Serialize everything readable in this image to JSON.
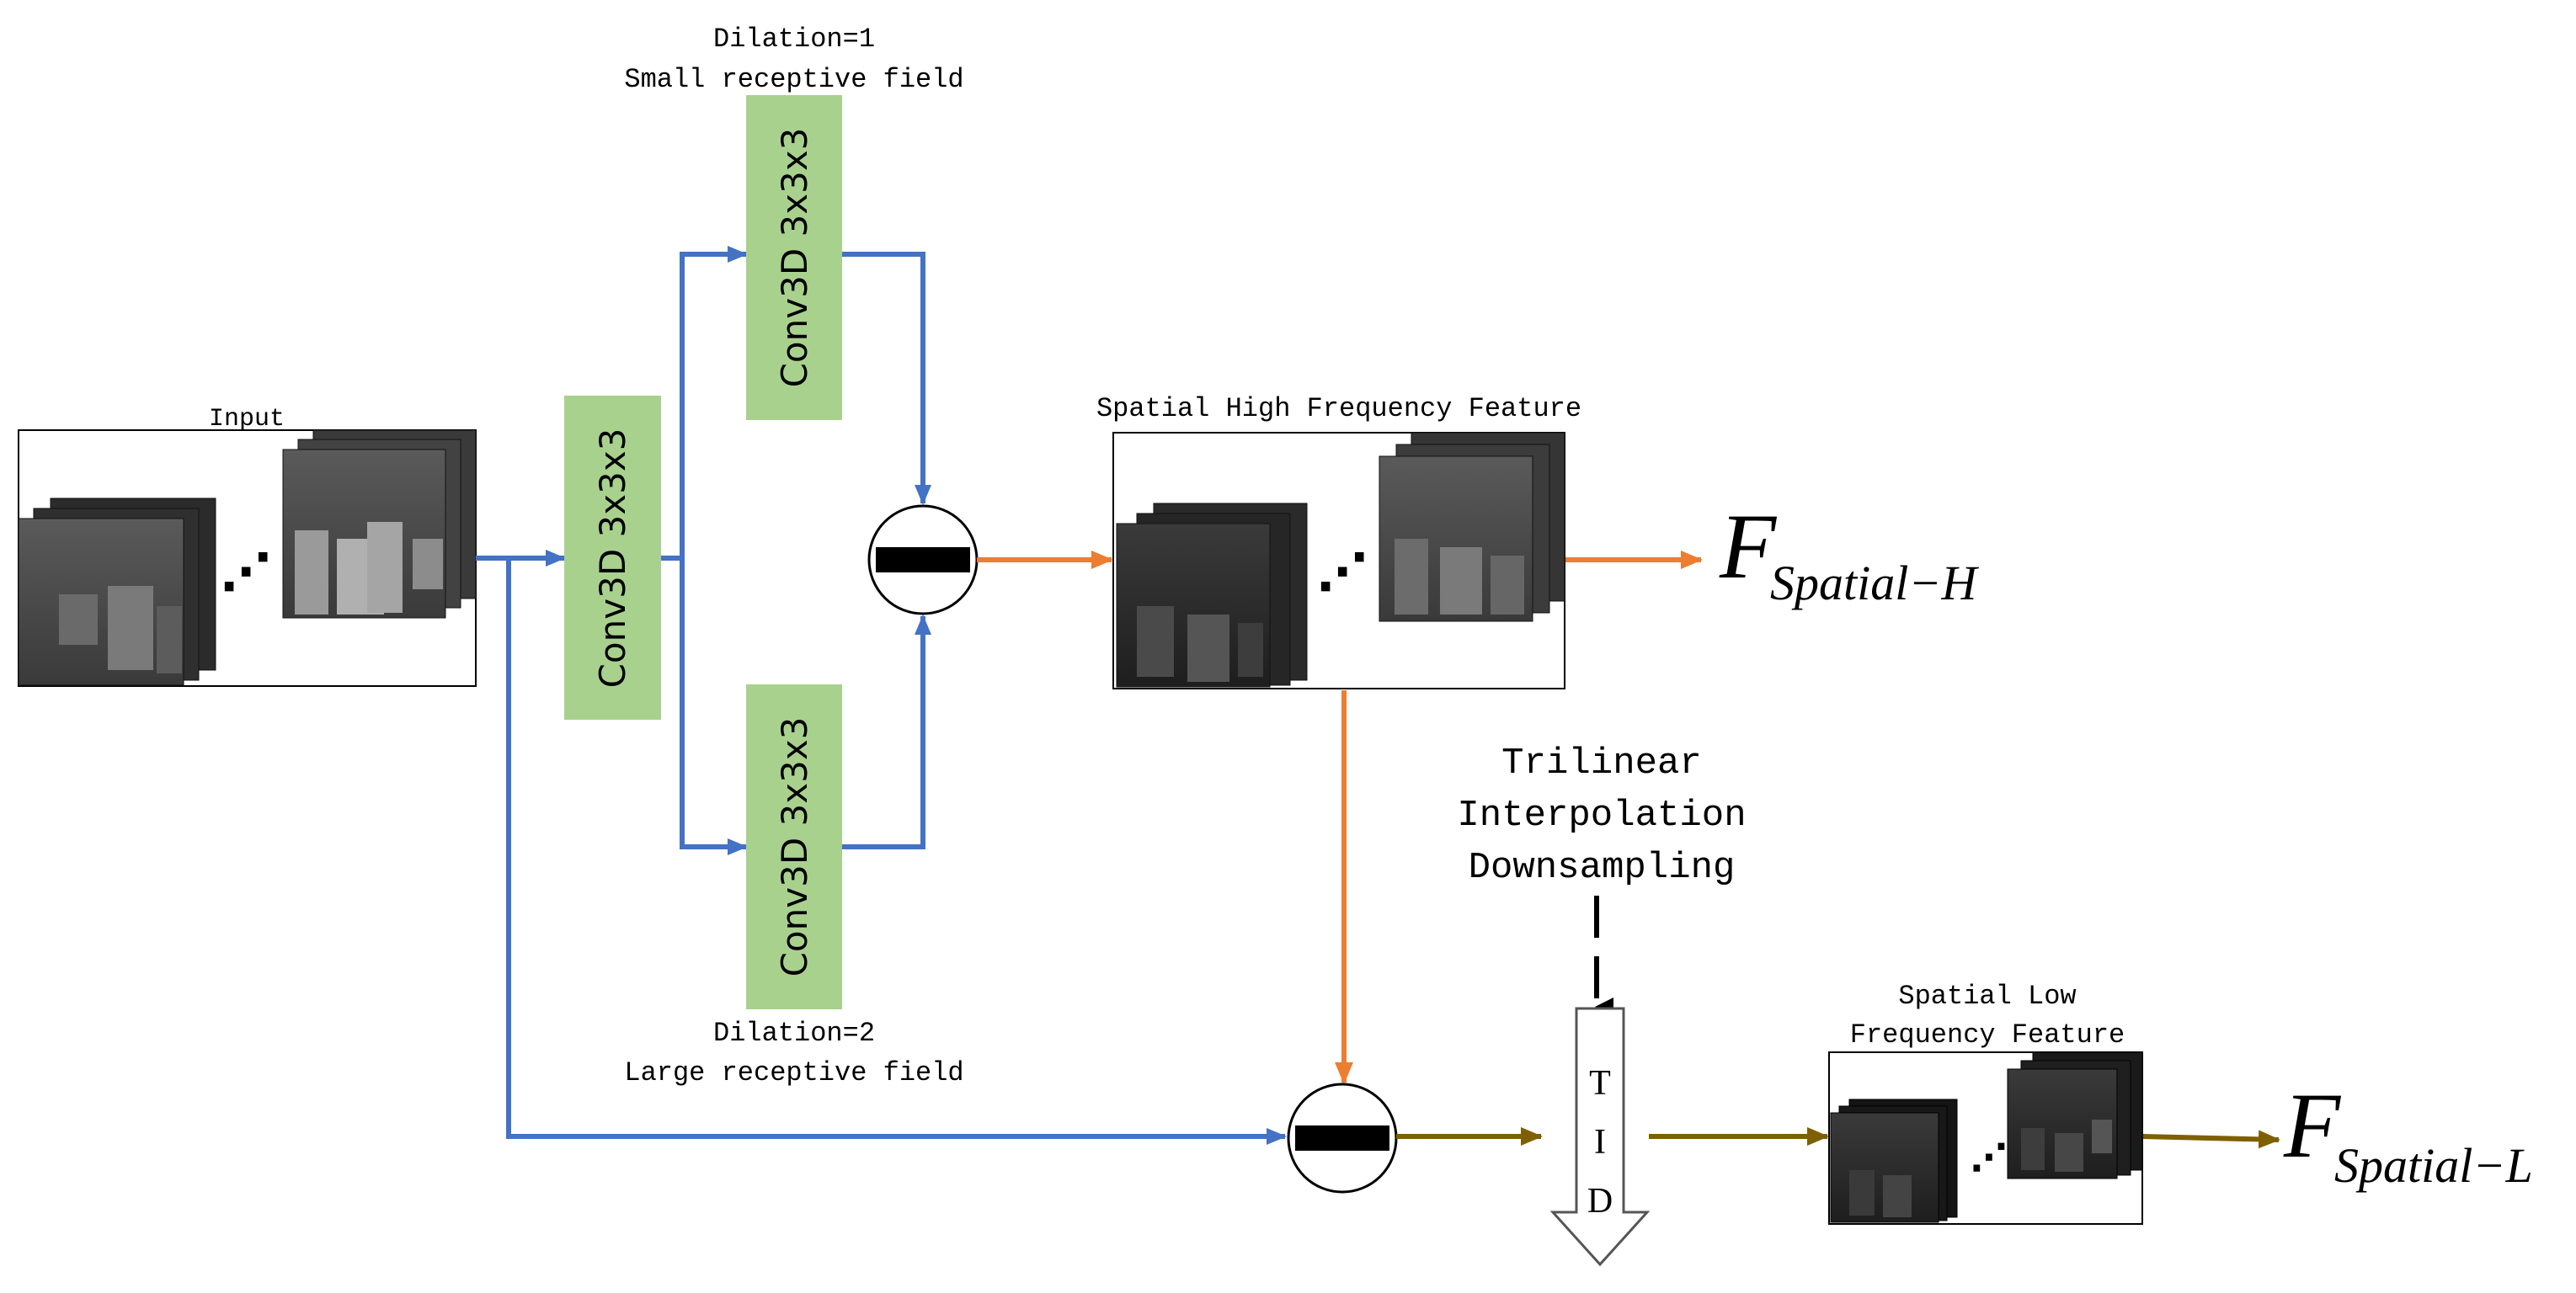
{
  "labels": {
    "input": "Input",
    "conv_main": "Conv3D 3x3x3",
    "conv_top": "Conv3D 3x3x3",
    "conv_bottom": "Conv3D 3x3x3",
    "dilation1_line1": "Dilation=1",
    "dilation1_line2": "Small receptive field",
    "dilation2_line1": "Dilation=2",
    "dilation2_line2": "Large receptive field",
    "high_feature_title": "Spatial High Frequency Feature",
    "low_feature_title_line1": "Spatial Low",
    "low_feature_title_line2": "Frequency Feature",
    "tid_caption_line1": "Trilinear",
    "tid_caption_line2": "Interpolation",
    "tid_caption_line3": "Downsampling",
    "tid_letter_1": "T",
    "tid_letter_2": "I",
    "tid_letter_3": "D",
    "output_high_main": "F",
    "output_high_sub": "Spatial−H",
    "output_low_main": "F",
    "output_low_sub": "Spatial−L",
    "ellipsis": "⋰"
  },
  "colors": {
    "blue_arrow": "#4472C4",
    "orange_arrow": "#ED7D31",
    "olive_arrow": "#7F6000",
    "conv_fill": "#A9D18E"
  }
}
